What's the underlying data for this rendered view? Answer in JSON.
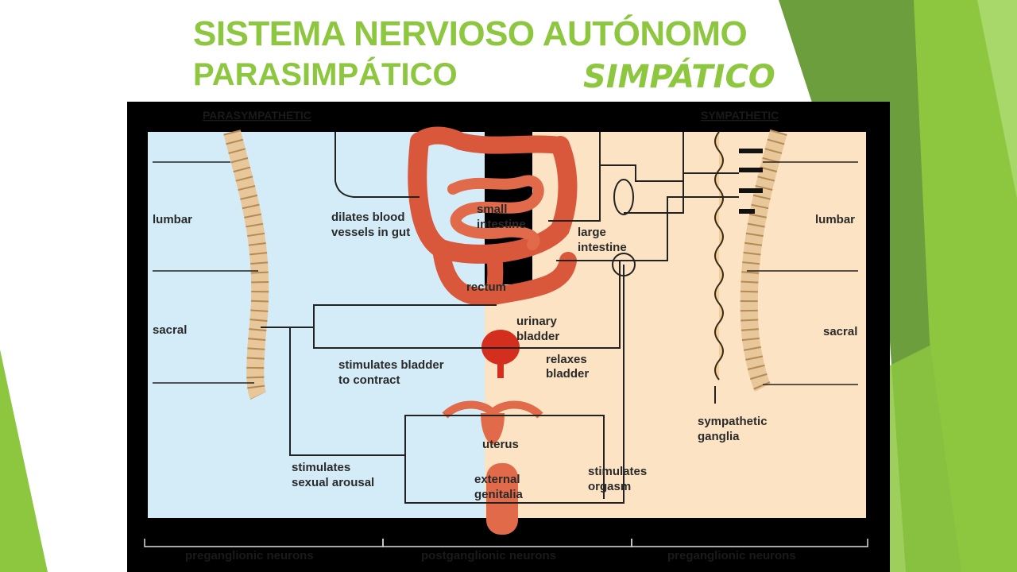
{
  "slide": {
    "title_line1": "SISTEMA NERVIOSO AUTÓNOMO",
    "title_line2_left": "PARASIMPÁTICO",
    "title_line2_right": "SIMPÁTICO"
  },
  "diagram": {
    "header_left": "PARASYMPATHETIC",
    "header_right": "SYMPATHETIC",
    "regions": {
      "lumbar_left": "lumbar",
      "sacral_left": "sacral",
      "lumbar_right": "lumbar",
      "sacral_right": "sacral"
    },
    "labels": {
      "dilates_1": "dilates blood",
      "dilates_2": "vessels in gut",
      "small_1": "small",
      "small_2": "intestine",
      "large_1": "large",
      "large_2": "intestine",
      "rectum": "rectum",
      "urinary_1": "urinary",
      "urinary_2": "bladder",
      "stim_bladder_1": "stimulates bladder",
      "stim_bladder_2": "to contract",
      "relaxes_1": "relaxes",
      "relaxes_2": "bladder",
      "ganglia_1": "sympathetic",
      "ganglia_2": "ganglia",
      "uterus": "uterus",
      "stim_sex_1": "stimulates",
      "stim_sex_2": "sexual arousal",
      "genitalia_1": "external",
      "genitalia_2": "genitalia",
      "orgasm_1": "stimulates",
      "orgasm_2": "orgasm"
    },
    "bottom": {
      "left": "preganglionic neurons",
      "middle": "postganglionic neurons",
      "right": "preganglionic neurons"
    }
  },
  "colors": {
    "title_green": "#8dc63f",
    "parasympathetic_bg": "#d4ecf7",
    "sympathetic_bg": "#fbe3c3",
    "organ_red": "#d9583b"
  }
}
